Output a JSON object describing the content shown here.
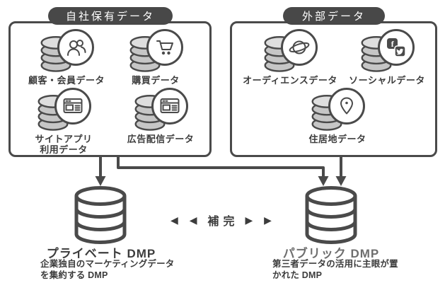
{
  "diagram": {
    "groups": {
      "owned": {
        "title": "自社保有データ",
        "items": [
          {
            "label": "顧客・会員データ"
          },
          {
            "label": "購買データ"
          },
          {
            "label": "サイトアプリ",
            "label2": "利用データ"
          },
          {
            "label": "広告配信データ"
          }
        ]
      },
      "external": {
        "title": "外部データ",
        "items": [
          {
            "label": "オーディエンスデータ"
          },
          {
            "label": "ソーシャルデータ"
          },
          {
            "label": "住居地データ"
          }
        ]
      }
    },
    "complement": {
      "left_arrows": "◀ ◀",
      "label": "補完",
      "right_arrows": "▶ ▶"
    },
    "dmps": {
      "private": {
        "name": "プライベート DMP",
        "desc1": "企業独自のマーケティングデータ",
        "desc2": "を集約する DMP"
      },
      "public": {
        "name": "パブリック DMP",
        "desc1": "第三者データの活用に主眼が置",
        "desc2": "かれた DMP"
      }
    },
    "social_icon": {
      "f": "f"
    },
    "colors": {
      "line": "#4a4a4a",
      "pill_bg": "#484848",
      "pill_text": "#ffffff",
      "db_fill": "#c6c6c6",
      "text": "#3c3c3c",
      "public_name": "#6e6e6e"
    }
  }
}
